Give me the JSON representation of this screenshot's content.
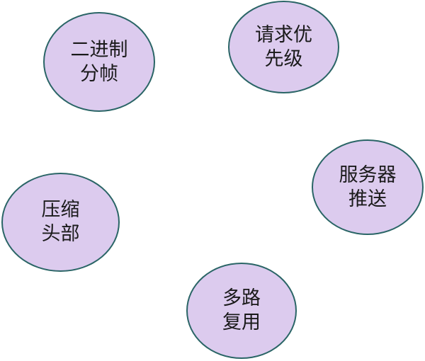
{
  "colors": {
    "bubble_fill": "#dccbee",
    "bubble_border": "#2a6566",
    "text": "#1a1a1a"
  },
  "nodes": [
    {
      "line1": "二进制",
      "line2": "分帧"
    },
    {
      "line1": "请求优",
      "line2": "先级"
    },
    {
      "line1": "服务器",
      "line2": "推送"
    },
    {
      "line1": "压缩",
      "line2": "头部"
    },
    {
      "line1": "多路",
      "line2": "复用"
    }
  ]
}
